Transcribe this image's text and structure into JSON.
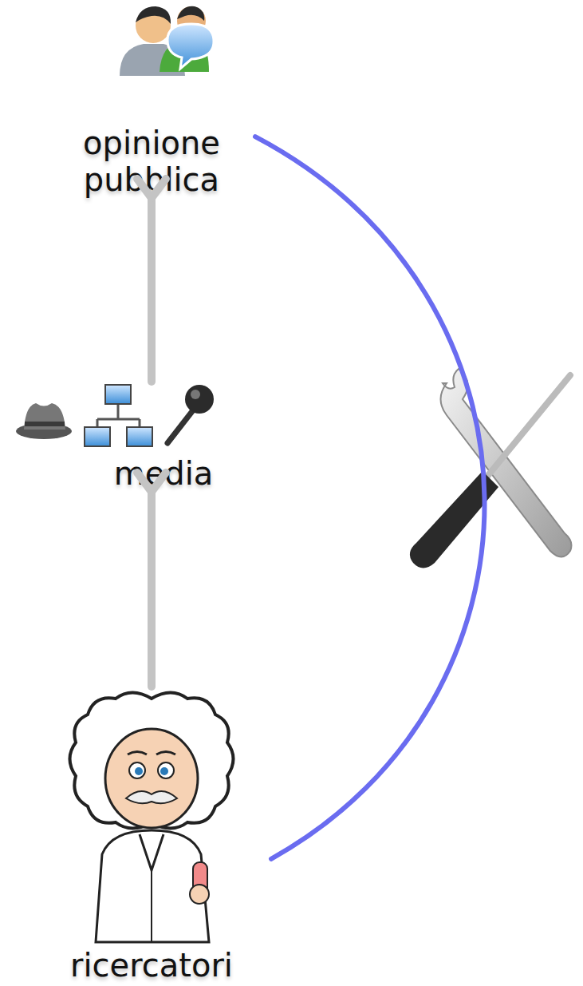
{
  "diagram": {
    "nodes": [
      {
        "text": [
          "opinione pubblica"
        ]
      },
      {
        "text": [
          "media"
        ]
      },
      {
        "text": [
          "ricercatori"
        ]
      }
    ],
    "edges": [
      {
        "from": 2,
        "to": 1,
        "arrow": "to"
      },
      {
        "from": 1,
        "to": 0,
        "arrow": "to"
      },
      {
        "from": 2,
        "to": 0,
        "arrow": "none"
      }
    ]
  }
}
